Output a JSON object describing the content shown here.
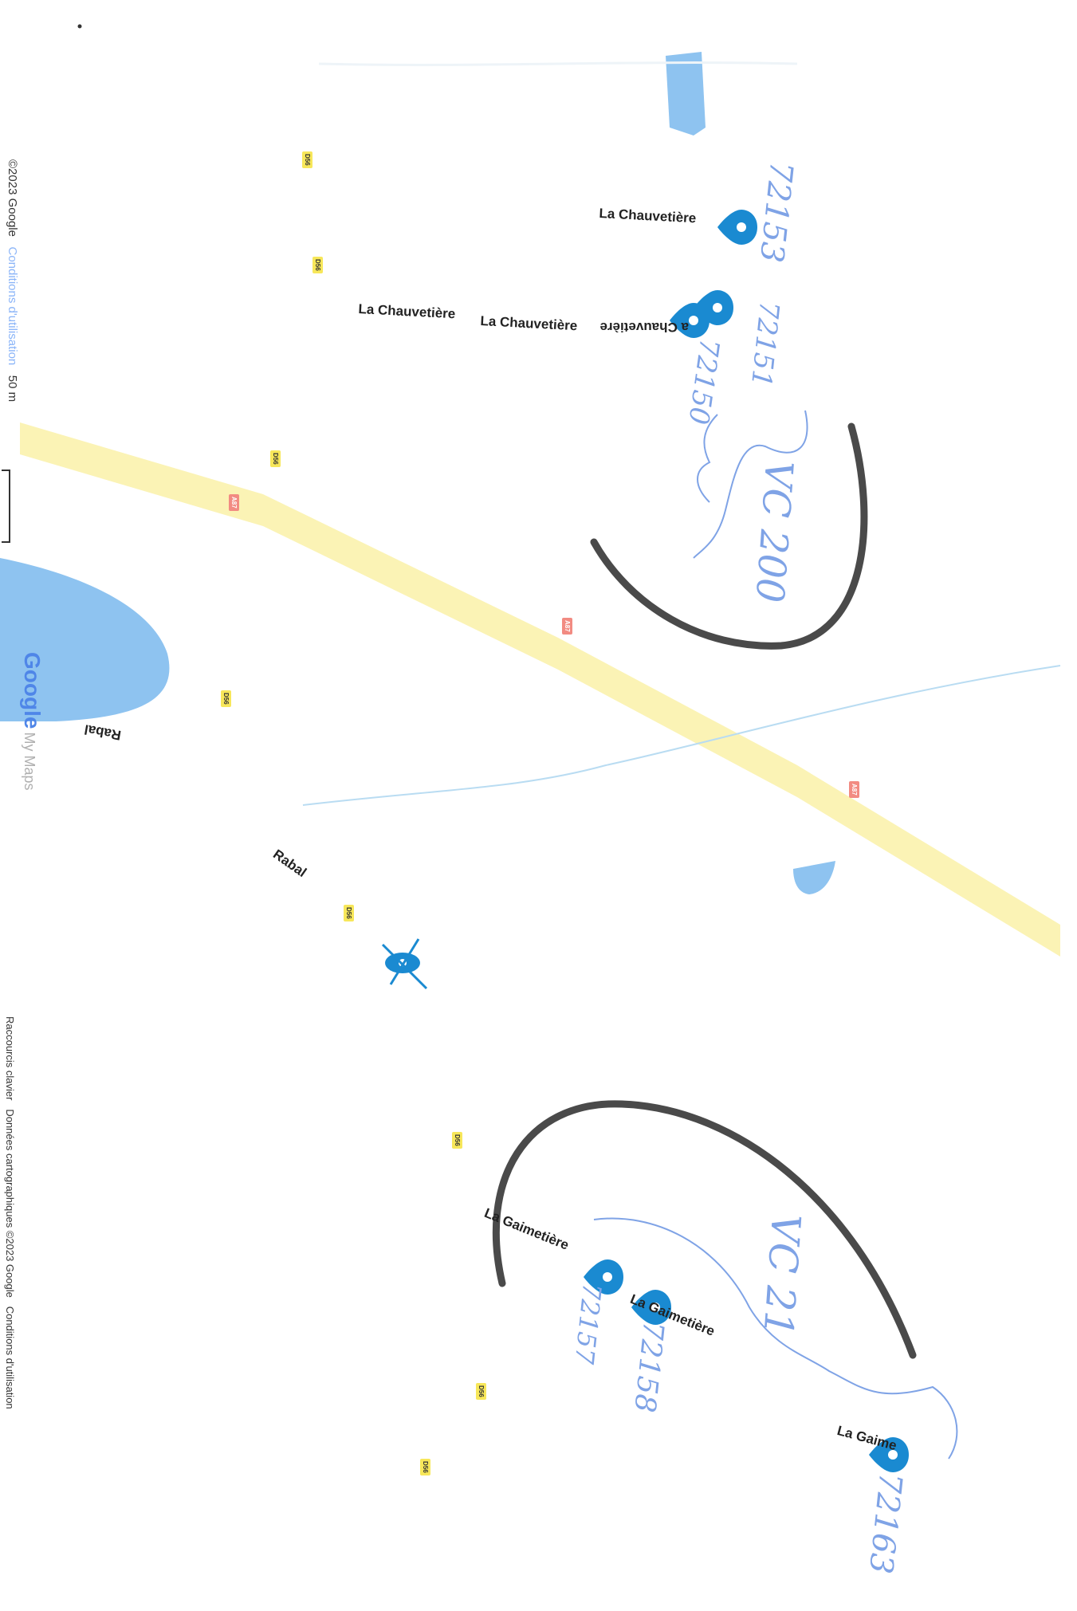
{
  "map": {
    "place_labels": [
      "La Chauvetière",
      "La Chauvetière",
      "La Chauvetière",
      "a Chauvetière",
      "Rabal",
      "Rabal",
      "La Gaimetière",
      "La Gaimetière",
      "La Gaime"
    ],
    "handwritten": [
      "72153",
      "72151",
      "72150",
      "VC 200",
      "VC 21",
      "72157",
      "72158",
      "72163"
    ],
    "road_shields": [
      "D56",
      "D56",
      "D56",
      "D56",
      "D56",
      "D56",
      "D56",
      "D56",
      "A87",
      "A87",
      "A87"
    ],
    "footer": {
      "copyright": "©2023 Google",
      "terms_link": "Conditions d'utilisation",
      "scale": "50 m",
      "shortcuts": "Raccourcis clavier",
      "map_data": "Données cartographiques ©2023 Google",
      "terms2": "Conditions d'utilisation"
    },
    "logo": {
      "brand": "Google",
      "product": "My Maps"
    },
    "colors": {
      "highway": "#fbf3b5",
      "water": "#8ec3f0",
      "marker": "#1a8ad1",
      "pen_blue": "#7fa3e6",
      "pen_dark": "#4a4a4a",
      "stream": "#b9dcf2"
    }
  }
}
